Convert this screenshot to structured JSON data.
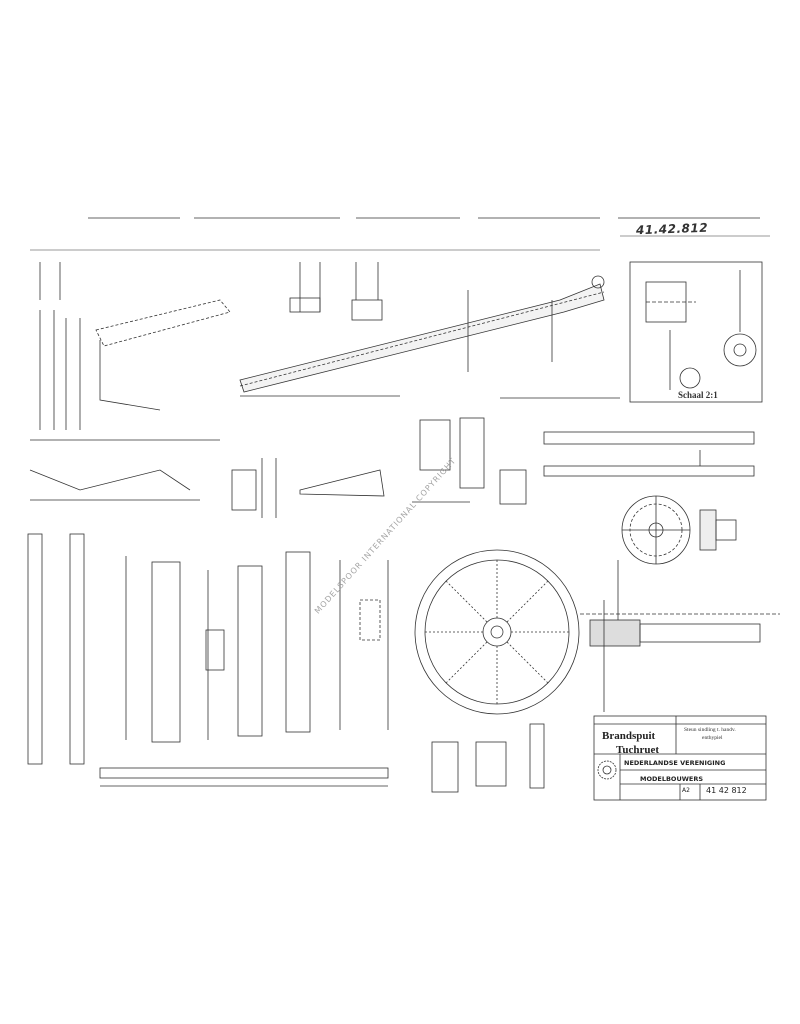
{
  "drawing": {
    "header_number": "41.42.812",
    "scale_label": "Schaal 2:1",
    "watermark": "MODELSPOOR INTERNATIONAL COPYRIGHT"
  },
  "title_block": {
    "title_line1": "Brandspuit",
    "title_line2": "Tuchruet",
    "description_line1": "Steun sindling t. handv.",
    "description_line2": "enthypiel",
    "organisation_line1": "NEDERLANDSE VERENIGING",
    "organisation_line2": "MODELBOUWERS",
    "format": "A2",
    "number": "41 42 812"
  },
  "colors": {
    "ink": "#333333",
    "paper": "#ffffff",
    "watermark": "#9a9a9a"
  }
}
